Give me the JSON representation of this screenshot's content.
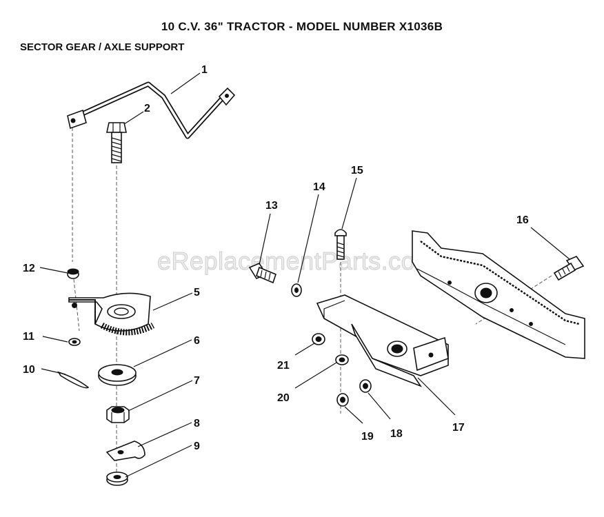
{
  "header": {
    "title": "10 C.V.  36\"  TRACTOR  - MODEL NUMBER X1036B",
    "subtitle": "SECTOR GEAR / AXLE SUPPORT"
  },
  "watermark": "eReplacementParts.com",
  "callouts": [
    {
      "id": "c1",
      "label": "1"
    },
    {
      "id": "c2",
      "label": "2"
    },
    {
      "id": "c5",
      "label": "5"
    },
    {
      "id": "c6",
      "label": "6"
    },
    {
      "id": "c7",
      "label": "7"
    },
    {
      "id": "c8",
      "label": "8"
    },
    {
      "id": "c9",
      "label": "9"
    },
    {
      "id": "c10",
      "label": "10"
    },
    {
      "id": "c11",
      "label": "11"
    },
    {
      "id": "c12",
      "label": "12"
    },
    {
      "id": "c13",
      "label": "13"
    },
    {
      "id": "c14",
      "label": "14"
    },
    {
      "id": "c15",
      "label": "15"
    },
    {
      "id": "c16",
      "label": "16"
    },
    {
      "id": "c17",
      "label": "17"
    },
    {
      "id": "c18",
      "label": "18"
    },
    {
      "id": "c19",
      "label": "19"
    },
    {
      "id": "c20",
      "label": "20"
    },
    {
      "id": "c21",
      "label": "21"
    }
  ]
}
